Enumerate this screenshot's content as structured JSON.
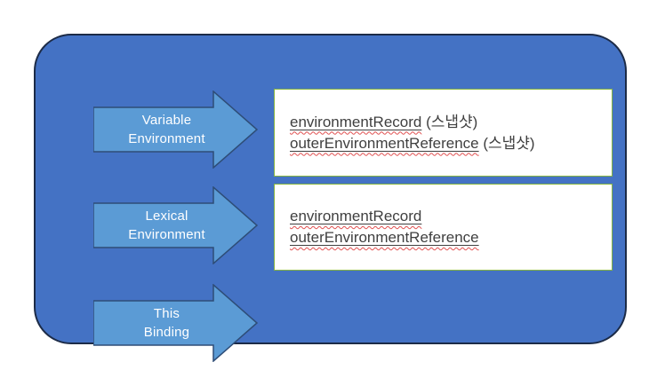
{
  "diagram": {
    "arrows": [
      {
        "id": "variable-environment",
        "label_line1": "Variable",
        "label_line2": "Environment"
      },
      {
        "id": "lexical-environment",
        "label_line1": "Lexical",
        "label_line2": "Environment"
      },
      {
        "id": "this-binding",
        "label_line1": "This",
        "label_line2": "Binding"
      }
    ],
    "boxes": [
      {
        "id": "variable-environment-box",
        "lines": [
          {
            "underlined": "environmentRecord",
            "plain": " (스냅샷)"
          },
          {
            "underlined": "outerEnvironmentReference",
            "plain": " (스냅샷)"
          }
        ]
      },
      {
        "id": "lexical-environment-box",
        "lines": [
          {
            "underlined": "environmentRecord",
            "plain": ""
          },
          {
            "underlined": "outerEnvironmentReference",
            "plain": ""
          }
        ]
      }
    ]
  },
  "colors": {
    "page_bg": "#ffffff",
    "container_fill": "#4472c4",
    "container_border": "#1c2b47",
    "arrow_fill": "#5b9bd5",
    "arrow_border": "#2e4d77",
    "arrow_label": "#ffffff",
    "box_bg": "#ffffff",
    "box_border": "#86b440",
    "box_text": "#3f3f3f",
    "squiggle": "#e04f4f"
  }
}
